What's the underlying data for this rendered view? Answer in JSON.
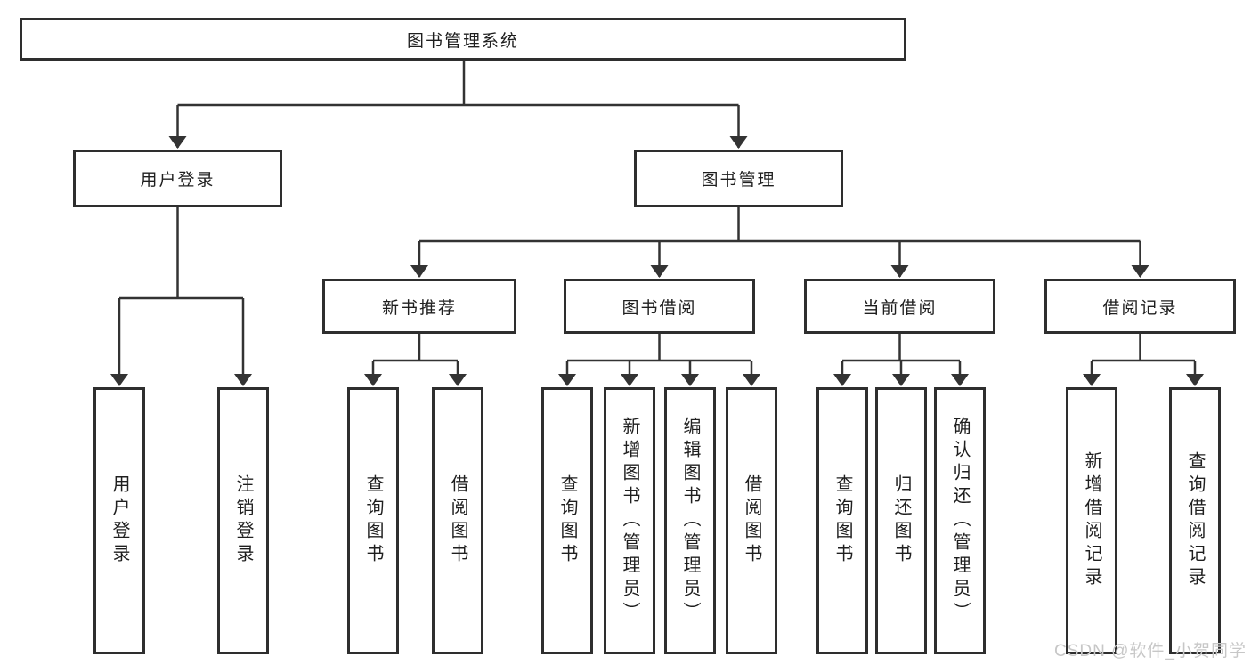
{
  "diagram": {
    "type": "hierarchy-tree",
    "title": "图书管理系统",
    "nodes": {
      "root": {
        "label": "图书管理系统"
      },
      "user_login": {
        "label": "用户登录"
      },
      "book_management": {
        "label": "图书管理"
      },
      "new_book_recommend": {
        "label": "新书推荐"
      },
      "book_borrowing": {
        "label": "图书借阅"
      },
      "current_borrowing": {
        "label": "当前借阅"
      },
      "borrowing_records": {
        "label": "借阅记录"
      },
      "leaf_user_login": {
        "label": "用户登录"
      },
      "leaf_logout": {
        "label": "注销登录"
      },
      "leaf_query_books_recommend": {
        "label": "查询图书"
      },
      "leaf_borrow_books_recommend": {
        "label": "借阅图书"
      },
      "leaf_query_books_borrowing": {
        "label": "查询图书"
      },
      "leaf_add_books_admin": {
        "label": "新增图书（管理员）"
      },
      "leaf_edit_books_admin": {
        "label": "编辑图书（管理员）"
      },
      "leaf_borrow_books_borrowing": {
        "label": "借阅图书"
      },
      "leaf_query_books_current": {
        "label": "查询图书"
      },
      "leaf_return_books": {
        "label": "归还图书"
      },
      "leaf_confirm_return_admin": {
        "label": "确认归还（管理员）"
      },
      "leaf_add_borrow_record": {
        "label": "新增借阅记录"
      },
      "leaf_query_borrow_record": {
        "label": "查询借阅记录"
      }
    },
    "edges": [
      "root->user_login",
      "root->book_management",
      "user_login->leaf_user_login",
      "user_login->leaf_logout",
      "book_management->new_book_recommend",
      "book_management->book_borrowing",
      "book_management->current_borrowing",
      "book_management->borrowing_records",
      "new_book_recommend->leaf_query_books_recommend",
      "new_book_recommend->leaf_borrow_books_recommend",
      "book_borrowing->leaf_query_books_borrowing",
      "book_borrowing->leaf_add_books_admin",
      "book_borrowing->leaf_edit_books_admin",
      "book_borrowing->leaf_borrow_books_borrowing",
      "current_borrowing->leaf_query_books_current",
      "current_borrowing->leaf_return_books",
      "current_borrowing->leaf_confirm_return_admin",
      "borrowing_records->leaf_add_borrow_record",
      "borrowing_records->leaf_query_borrow_record"
    ]
  },
  "watermark": {
    "text": "CSDN @软件_小贺同学"
  },
  "colors": {
    "background": "#ffffff",
    "line": "#333333",
    "box_border": "#2e2e2e",
    "text": "#1f1f1f",
    "watermark": "#c7c7c7"
  }
}
